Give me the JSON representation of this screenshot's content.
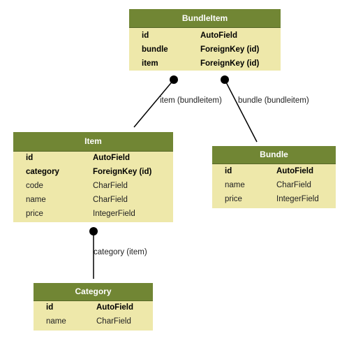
{
  "colors": {
    "header_bg": "#718634",
    "body_bg": "#eee8aa",
    "header_text": "#ffffff",
    "connector": "#000000"
  },
  "models": {
    "bundleitem": {
      "title": "BundleItem",
      "fields": [
        {
          "name": "id",
          "type": "AutoField",
          "key": true
        },
        {
          "name": "bundle",
          "type": "ForeignKey (id)",
          "key": true
        },
        {
          "name": "item",
          "type": "ForeignKey (id)",
          "key": true
        }
      ]
    },
    "item": {
      "title": "Item",
      "fields": [
        {
          "name": "id",
          "type": "AutoField",
          "key": true
        },
        {
          "name": "category",
          "type": "ForeignKey (id)",
          "key": true
        },
        {
          "name": "code",
          "type": "CharField",
          "key": false
        },
        {
          "name": "name",
          "type": "CharField",
          "key": false
        },
        {
          "name": "price",
          "type": "IntegerField",
          "key": false
        }
      ]
    },
    "bundle": {
      "title": "Bundle",
      "fields": [
        {
          "name": "id",
          "type": "AutoField",
          "key": true
        },
        {
          "name": "name",
          "type": "CharField",
          "key": false
        },
        {
          "name": "price",
          "type": "IntegerField",
          "key": false
        }
      ]
    },
    "category": {
      "title": "Category",
      "fields": [
        {
          "name": "id",
          "type": "AutoField",
          "key": true
        },
        {
          "name": "name",
          "type": "CharField",
          "key": false
        }
      ]
    }
  },
  "relations": {
    "bundleitem_item": "item (bundleitem)",
    "bundleitem_bundle": "bundle (bundleitem)",
    "item_category": "category (item)"
  }
}
